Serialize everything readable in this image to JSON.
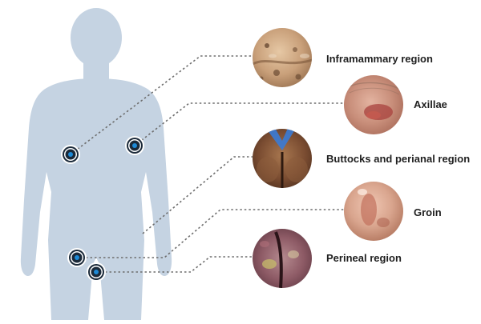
{
  "diagram": {
    "colors": {
      "body_silhouette": "#c5d3e2",
      "marker_dot": "#1e8ad6",
      "marker_ring": "#1b2a3a",
      "connector_line": "#6e6e6e",
      "label_text": "#1f1f1f"
    },
    "regions": [
      {
        "label": "Inframammary region",
        "photo_tone": "#c9a07a",
        "marker_icon": "target-marker-icon"
      },
      {
        "label": "Axillae",
        "photo_tone": "#c98f7b",
        "marker_icon": "target-marker-icon"
      },
      {
        "label": "Buttocks and perianal region",
        "photo_tone": "#8a5a3c",
        "marker_icon": "target-marker-icon"
      },
      {
        "label": "Groin",
        "photo_tone": "#d9a58e",
        "marker_icon": "target-marker-icon"
      },
      {
        "label": "Perineal region",
        "photo_tone": "#8e5b66",
        "marker_icon": "target-marker-icon"
      }
    ]
  }
}
